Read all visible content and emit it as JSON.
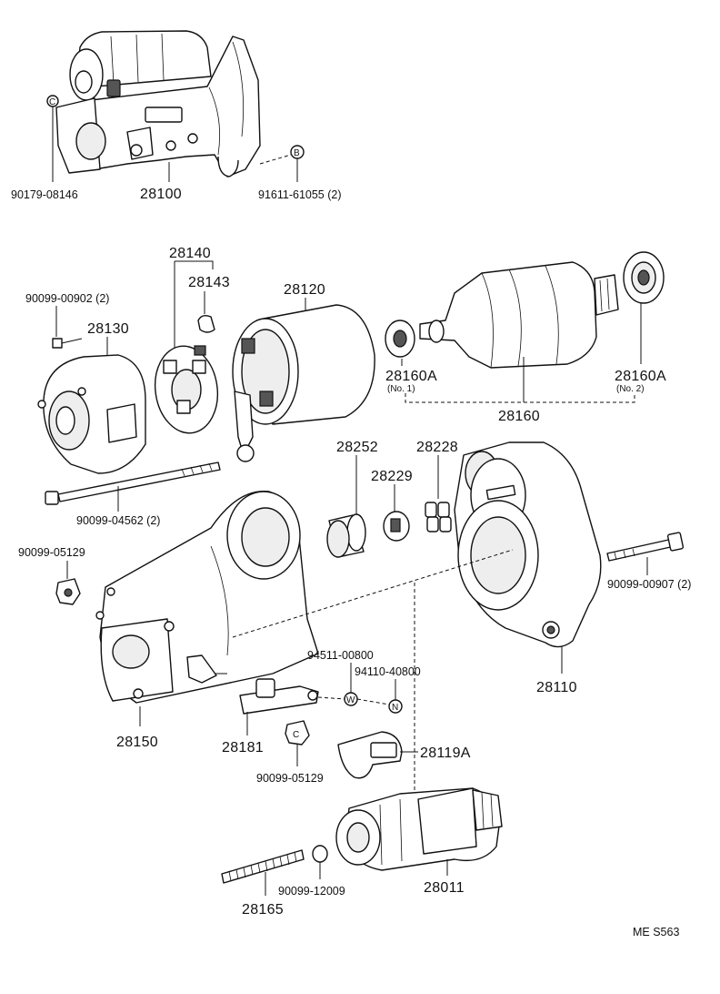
{
  "parts": {
    "p90179_08146": "90179-08146",
    "p28100": "28100",
    "p91611_61055": "91611-61055 (2)",
    "p28140": "28140",
    "p28143": "28143",
    "p90099_00902": "90099-00902 (2)",
    "p28130": "28130",
    "p28120": "28120",
    "p28160A_1": "28160A",
    "p28160A_1_note": "(No. 1)",
    "p28160A_2": "28160A",
    "p28160A_2_note": "(No. 2)",
    "p28160": "28160",
    "p28252": "28252",
    "p28228": "28228",
    "p28229": "28229",
    "p90099_04562": "90099-04562 (2)",
    "p90099_05129_a": "90099-05129",
    "p90099_00907": "90099-00907 (2)",
    "p94511_00800": "94511-00800",
    "p94110_40800": "94110-40800",
    "p28110": "28110",
    "p28150": "28150",
    "p28181": "28181",
    "p28119A": "28119A",
    "p90099_05129_b": "90099-05129",
    "p90099_12009": "90099-12009",
    "p28011": "28011",
    "p28165": "28165"
  },
  "markers": {
    "c": "C",
    "b": "B",
    "w": "W",
    "n": "N"
  },
  "footer": {
    "code": "ME  S563"
  }
}
